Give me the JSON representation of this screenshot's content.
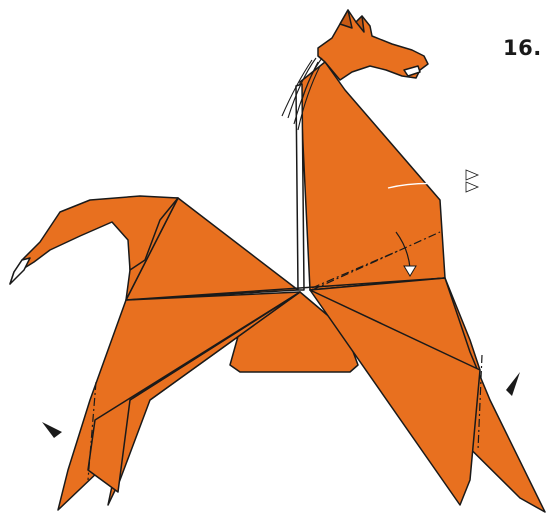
{
  "step": {
    "number": "16."
  },
  "colors": {
    "paper": "#e8701f",
    "paper_dark": "#c85a14",
    "line": "#1a1a1a",
    "background": "#ffffff",
    "white": "#ffffff"
  },
  "icons": {
    "pull_arrows": "double-outline-arrow-right",
    "fold_arrow": "push-arrow-down",
    "mountain_markers": "black-triangle-pointers"
  }
}
